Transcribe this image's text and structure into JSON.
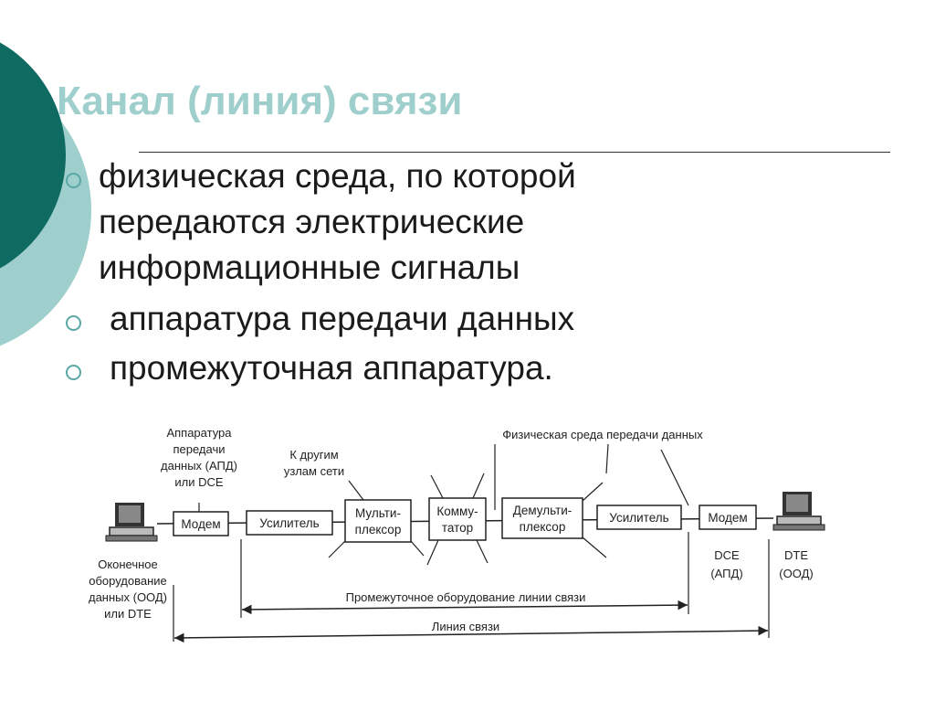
{
  "slide": {
    "title": "Канал (линия) связи",
    "bullets": [
      {
        "lines": [
          "физическая среда, по которой",
          "передаются электрические",
          "информационные сигналы"
        ]
      },
      {
        "lines": [
          "аппаратура передачи данных"
        ]
      },
      {
        "lines": [
          "промежуточная аппаратура."
        ]
      }
    ],
    "colors": {
      "accent_dark": "#0f6b62",
      "accent_light": "#9fcfcc",
      "title": "#9fcfcc"
    }
  },
  "diagram": {
    "blocks": {
      "modem_left": "Модем",
      "amp_left": "Усилитель",
      "mux": [
        "Мульти-",
        "плексор"
      ],
      "switch": [
        "Комму-",
        "татор"
      ],
      "demux": [
        "Демульти-",
        "плексор"
      ],
      "amp_right": "Усилитель",
      "modem_right": "Модем"
    },
    "labels": {
      "dce_top": [
        "Аппаратура",
        "передачи",
        "данных (АПД)",
        "или DCE"
      ],
      "other_nodes": [
        "К другим",
        "узлам сети"
      ],
      "phys_medium": "Физическая среда передачи данных",
      "dte_left": [
        "Оконечное",
        "оборудование",
        "данных (ООД)",
        "или DTE"
      ],
      "dce_right": [
        "DCE",
        "(АПД)"
      ],
      "dte_right": [
        "DTE",
        "(ООД)"
      ],
      "intermediate": "Промежуточное оборудование линии связи",
      "line": "Линия связи"
    },
    "icons": {
      "left": "computer-icon",
      "right": "computer-icon"
    }
  }
}
